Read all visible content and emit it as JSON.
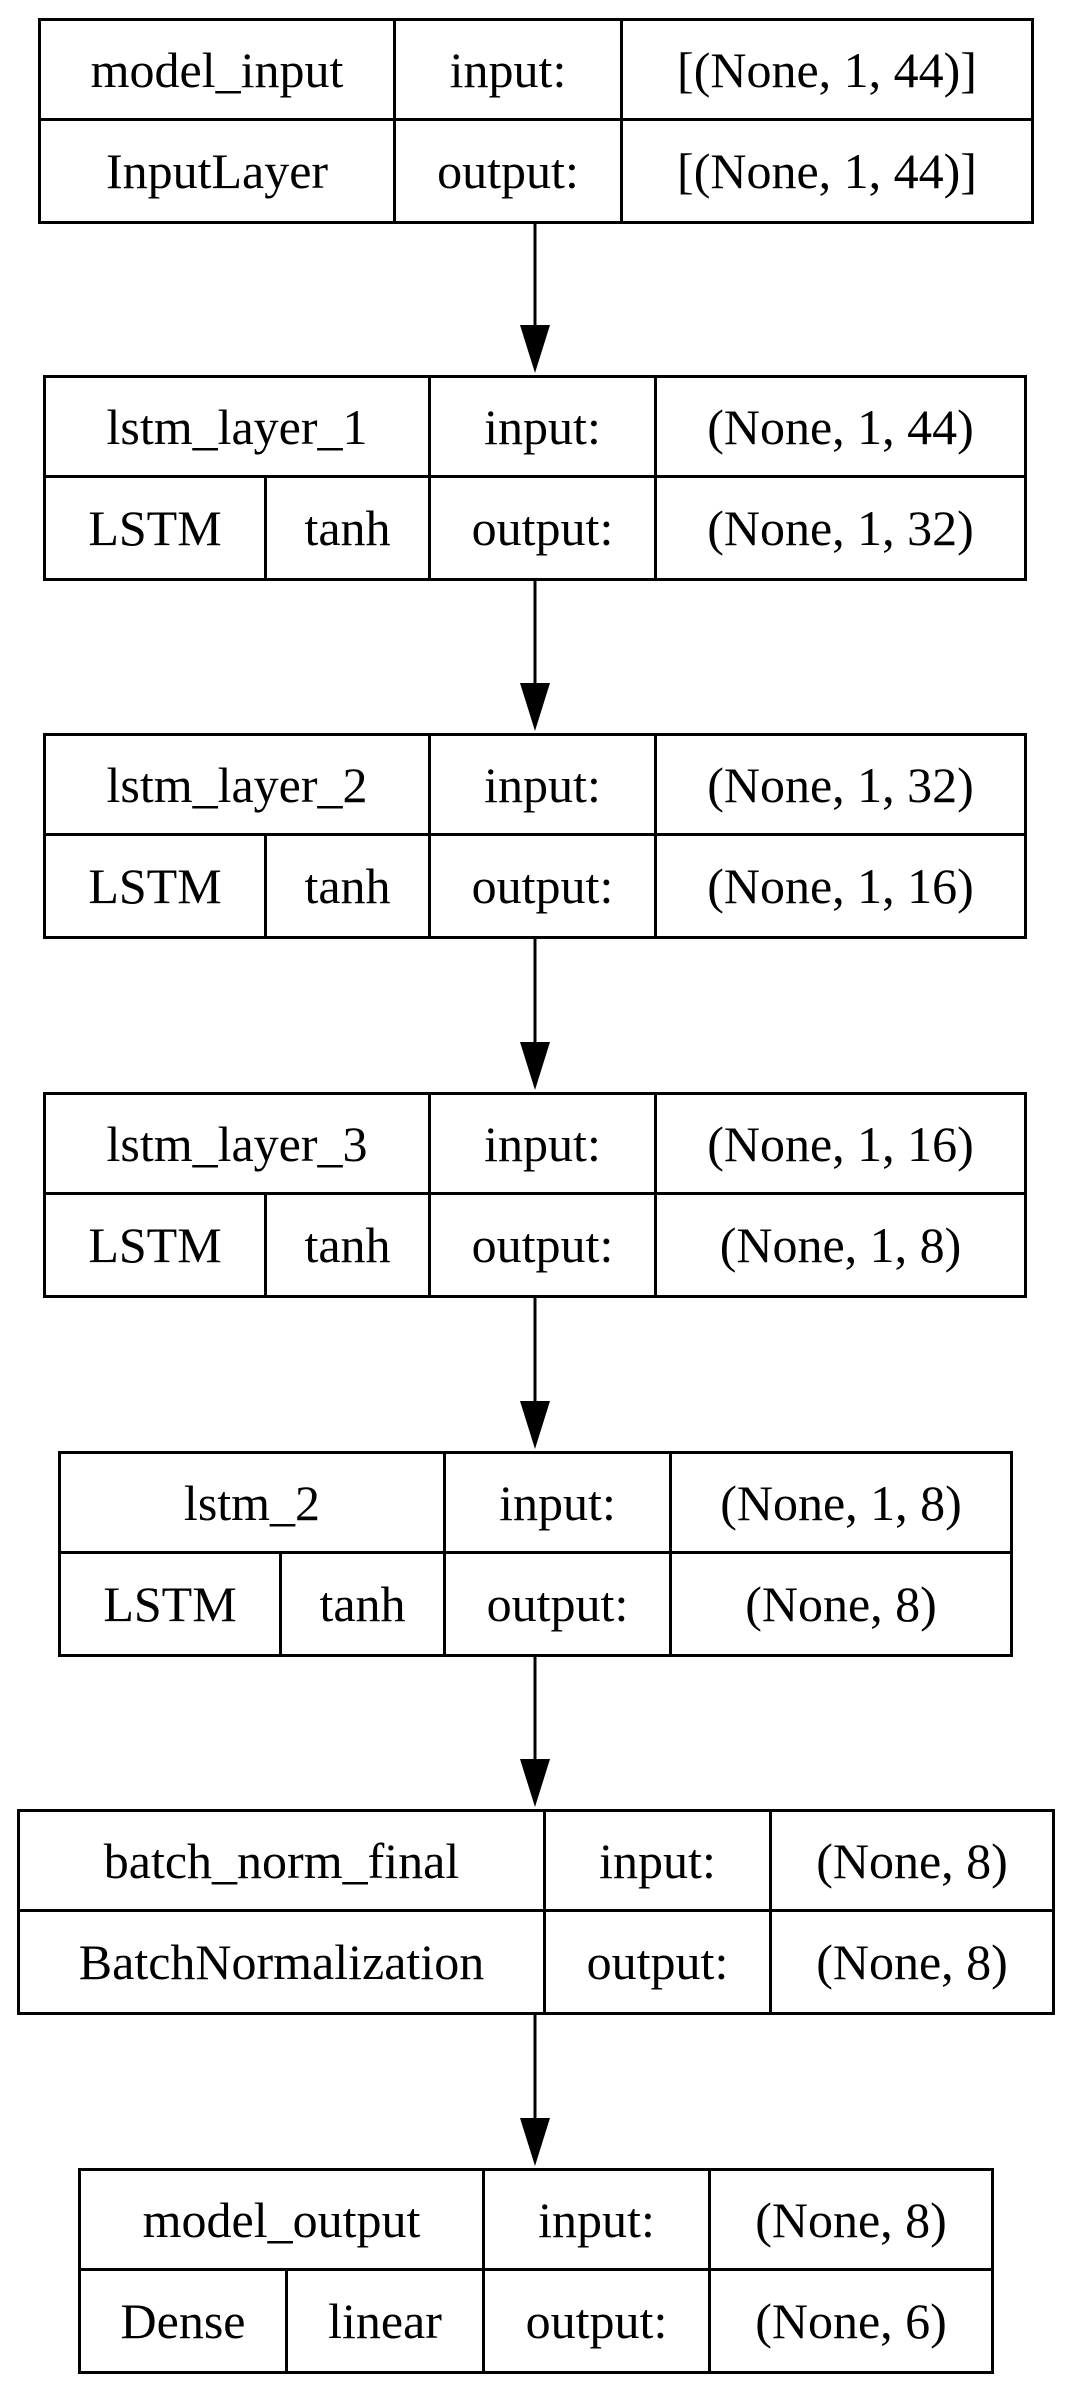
{
  "diagram": {
    "nodes": [
      {
        "id": "model_input",
        "name": "model_input",
        "class": "InputLayer",
        "activation": "",
        "input_label": "input:",
        "output_label": "output:",
        "input_shape": "[(None, 1, 44)]",
        "output_shape": "[(None, 1, 44)]"
      },
      {
        "id": "lstm_layer_1",
        "name": "lstm_layer_1",
        "class": "LSTM",
        "activation": "tanh",
        "input_label": "input:",
        "output_label": "output:",
        "input_shape": "(None, 1, 44)",
        "output_shape": "(None, 1, 32)"
      },
      {
        "id": "lstm_layer_2",
        "name": "lstm_layer_2",
        "class": "LSTM",
        "activation": "tanh",
        "input_label": "input:",
        "output_label": "output:",
        "input_shape": "(None, 1, 32)",
        "output_shape": "(None, 1, 16)"
      },
      {
        "id": "lstm_layer_3",
        "name": "lstm_layer_3",
        "class": "LSTM",
        "activation": "tanh",
        "input_label": "input:",
        "output_label": "output:",
        "input_shape": "(None, 1, 16)",
        "output_shape": "(None, 1, 8)"
      },
      {
        "id": "lstm_2",
        "name": "lstm_2",
        "class": "LSTM",
        "activation": "tanh",
        "input_label": "input:",
        "output_label": "output:",
        "input_shape": "(None, 1, 8)",
        "output_shape": "(None, 8)"
      },
      {
        "id": "batch_norm_final",
        "name": "batch_norm_final",
        "class": "BatchNormalization",
        "activation": "",
        "input_label": "input:",
        "output_label": "output:",
        "input_shape": "(None, 8)",
        "output_shape": "(None, 8)"
      },
      {
        "id": "model_output",
        "name": "model_output",
        "class": "Dense",
        "activation": "linear",
        "input_label": "input:",
        "output_label": "output:",
        "input_shape": "(None, 8)",
        "output_shape": "(None, 6)"
      }
    ],
    "edges": [
      {
        "from": "model_input",
        "to": "lstm_layer_1"
      },
      {
        "from": "lstm_layer_1",
        "to": "lstm_layer_2"
      },
      {
        "from": "lstm_layer_2",
        "to": "lstm_layer_3"
      },
      {
        "from": "lstm_layer_3",
        "to": "lstm_2"
      },
      {
        "from": "lstm_2",
        "to": "batch_norm_final"
      },
      {
        "from": "batch_norm_final",
        "to": "model_output"
      }
    ]
  }
}
